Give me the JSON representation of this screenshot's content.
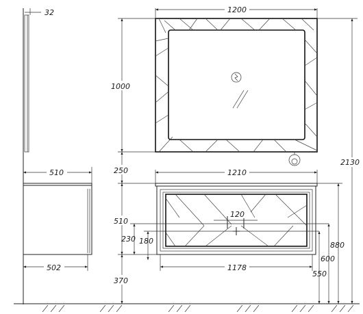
{
  "dimensions": {
    "mirror_thickness": "32",
    "mirror_width": "1200",
    "mirror_height": "1000",
    "total_height": "2130",
    "gap_to_mirror": "250",
    "cabinet_width": "1210",
    "cabinet_depth_top": "510",
    "cabinet_depth_bottom": "502",
    "inner_width": "1178",
    "siphon_spacing": "120",
    "side_height": "510",
    "drain_offset_a": "230",
    "drain_offset_b": "180",
    "mount_height": "370",
    "level_550": "550",
    "level_600": "600",
    "level_880": "880"
  },
  "colors": {
    "line": "#222222",
    "background": "#ffffff"
  },
  "icons": {
    "mirror_switch": "touch-sensor-icon",
    "light_button": "round-switch-icon"
  }
}
